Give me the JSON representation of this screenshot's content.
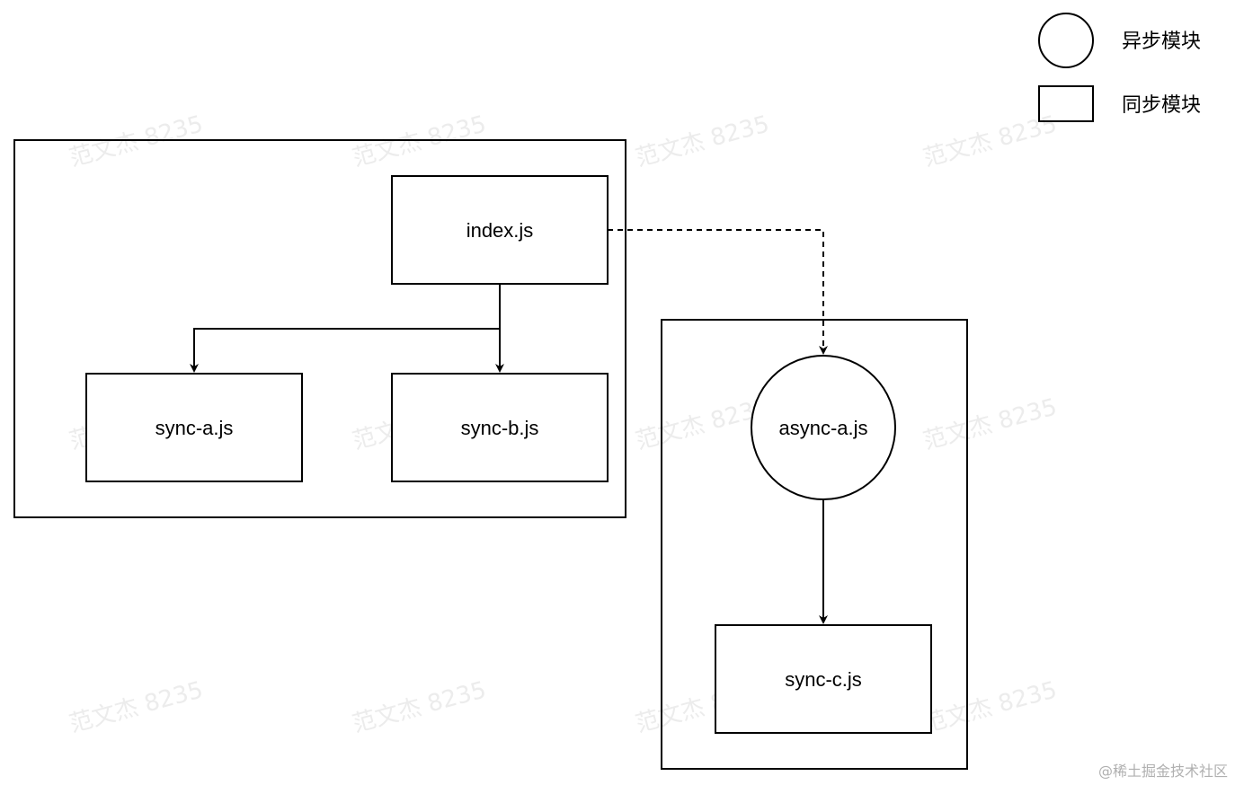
{
  "legend": {
    "async_label": "异步模块",
    "sync_label": "同步模块"
  },
  "nodes": {
    "index": "index.js",
    "sync_a": "sync-a.js",
    "sync_b": "sync-b.js",
    "async_a": "async-a.js",
    "sync_c": "sync-c.js"
  },
  "watermark": "范文杰 8235",
  "credit": "@稀土掘金技术社区",
  "colors": {
    "stroke": "#000000",
    "background": "#ffffff",
    "watermark": "#ececec"
  }
}
